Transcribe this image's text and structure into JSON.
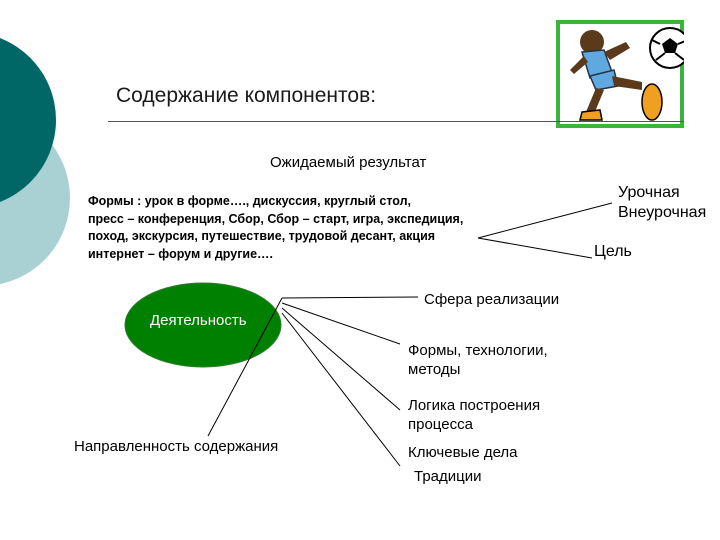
{
  "title": "Содержание компонентов:",
  "expected_result": "Ожидаемый результат",
  "forms_text": "Формы : урок в форме…., дискуссия, круглый стол,\nпресс – конференция, Сбор, Сбор – старт, игра, экспедиция,\nпоход, экскурсия, путешествие, трудовой десант, акция\nинтернет – форум и другие….",
  "lesson_types": "Урочная\nВнеурочная",
  "goal": "Цель",
  "activity": "Деятельность",
  "sphere": "Сфера реализации",
  "methods": "Формы, технологии,\nметоды",
  "logic": "Логика построения\nпроцесса",
  "direction": "Направленность содержания",
  "key_deeds": "Ключевые дела",
  "traditions": "Традиции",
  "colors": {
    "teal_dark": "#006666",
    "teal_light": "#a9d1d3",
    "ellipse_green": "#008000"
  }
}
